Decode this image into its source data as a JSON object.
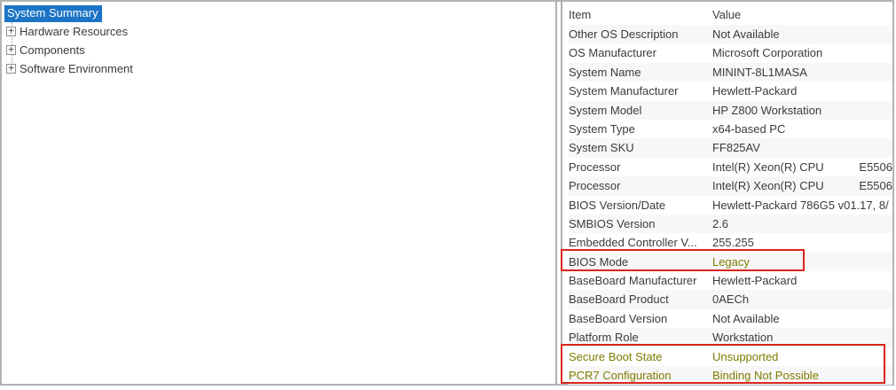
{
  "colors": {
    "selection_blue": "#1b74c6",
    "annotation_red": "#da251c",
    "annotation_olive": "#7e7c00"
  },
  "tree": {
    "root": {
      "label": "System Summary",
      "selected": true
    },
    "items": [
      {
        "label": "Hardware Resources"
      },
      {
        "label": "Components"
      },
      {
        "label": "Software Environment"
      }
    ],
    "expander_glyph": "+"
  },
  "table": {
    "columns": {
      "item": "Item",
      "value": "Value"
    },
    "rows": [
      {
        "item": "Other OS Description",
        "value": "Not Available"
      },
      {
        "item": "OS Manufacturer",
        "value": "Microsoft Corporation"
      },
      {
        "item": "System Name",
        "value": "MININT-8L1MASA"
      },
      {
        "item": "System Manufacturer",
        "value": "Hewlett-Packard"
      },
      {
        "item": "System Model",
        "value": "HP Z800 Workstation"
      },
      {
        "item": "System Type",
        "value": "x64-based PC"
      },
      {
        "item": "System SKU",
        "value": "FF825AV"
      },
      {
        "item": "Processor",
        "value": "Intel(R) Xeon(R) CPU           E5506"
      },
      {
        "item": "Processor",
        "value": "Intel(R) Xeon(R) CPU           E5506"
      },
      {
        "item": "BIOS Version/Date",
        "value": "Hewlett-Packard 786G5 v01.17, 8/"
      },
      {
        "item": "SMBIOS Version",
        "value": "2.6"
      },
      {
        "item": "Embedded Controller V...",
        "value": "255.255"
      },
      {
        "item": "BIOS Mode",
        "value": "Legacy",
        "value_olive": true,
        "annotated": true
      },
      {
        "item": "BaseBoard Manufacturer",
        "value": "Hewlett-Packard"
      },
      {
        "item": "BaseBoard Product",
        "value": "0AECh"
      },
      {
        "item": "BaseBoard Version",
        "value": "Not Available"
      },
      {
        "item": "Platform Role",
        "value": "Workstation"
      },
      {
        "item": "Secure Boot State",
        "value": "Unsupported",
        "item_olive": true,
        "value_olive": true,
        "annotated": true
      },
      {
        "item": "PCR7 Configuration",
        "value": "Binding Not Possible",
        "item_olive": true,
        "value_olive": true,
        "annotated": true
      }
    ]
  }
}
